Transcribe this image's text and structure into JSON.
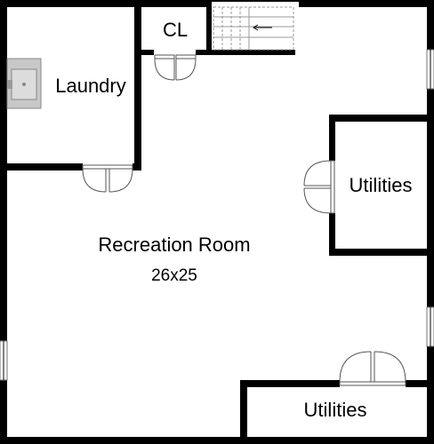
{
  "rooms": {
    "closet": "CL",
    "laundry": "Laundry",
    "utilities_right": "Utilities",
    "recreation": "Recreation Room",
    "recreation_size": "26x25",
    "utilities_bottom": "Utilities"
  },
  "colors": {
    "wall": "#000000",
    "background": "#ffffff",
    "fixture": "#c8c8c8"
  },
  "icons": {
    "sink": "utility-sink-icon",
    "stairs": "stairs-icon",
    "door": "double-door-icon",
    "window": "window-icon"
  }
}
